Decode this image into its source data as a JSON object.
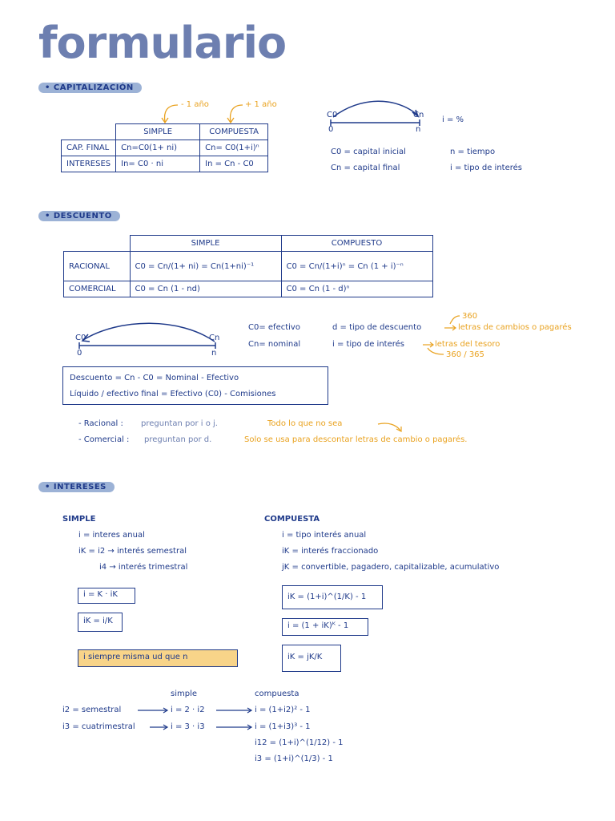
{
  "title": "formulario",
  "capitalizacion": {
    "header": "• CAPITALIZACIÓN",
    "note_simple": "- 1 año",
    "note_compuesta": "+ 1 año",
    "col_simple": "SIMPLE",
    "col_compuesta": "COMPUESTA",
    "row1_label": "CAP. FINAL",
    "row1_simple": "Cn=C0(1+ ni)",
    "row1_compuesta": "Cn= C0(1+i)ⁿ",
    "row2_label": "INTERESES",
    "row2_simple": "In= C0 · ni",
    "row2_compuesta": "In = Cn - C0",
    "diag_c0": "C0",
    "diag_cn": "Cn",
    "diag_0": "0",
    "diag_n": "n",
    "i_pct": "i = %",
    "def_c0": "C0 = capital inicial",
    "def_cn": "Cn = capital final",
    "def_n": "n = tiempo",
    "def_i": "i = tipo de interés"
  },
  "descuento": {
    "header": "• DESCUENTO",
    "col_simple": "SIMPLE",
    "col_compuesto": "COMPUESTO",
    "row1_label": "RACIONAL",
    "row1_simple": "C0 = Cn/(1+ ni) = Cn(1+ni)⁻¹",
    "row1_compuesto": "C0 = Cn/(1+i)ⁿ = Cn (1 + i)⁻ⁿ",
    "row2_label": "COMERCIAL",
    "row2_simple": "C0 = Cn (1 - nd)",
    "row2_compuesto": "C0 = Cn (1 - d)ⁿ",
    "diag_c0": "C0",
    "diag_cn": "Cn",
    "diag_0": "0",
    "diag_n": "n",
    "def_c0": "C0= efectivo",
    "def_cn": "Cn= nominal",
    "def_d": "d = tipo de descuento",
    "def_i": "i = tipo de interés",
    "note_360": "360",
    "note_letras": "letras de cambios o pagarés",
    "note_tesoro": "letras del tesoro",
    "note_360365": "360 / 365",
    "box_line1": "Descuento = Cn - C0 = Nominal - Efectivo",
    "box_line2": "Líquido / efectivo final = Efectivo (C0) - Comisiones",
    "racional_label": "- Racional :",
    "racional_text": "preguntan por i o j.",
    "racional_note": "Todo lo que no sea",
    "comercial_label": "- Comercial :",
    "comercial_text": "preguntan por d.",
    "comercial_note": "Solo se usa para descontar letras de cambio o pagarés."
  },
  "intereses": {
    "header": "• INTERESES",
    "simple_title": "SIMPLE",
    "simple_l1": "i = interes anual",
    "simple_l2": "iK = i2 → interés semestral",
    "simple_l3": "i4 → interés trimestral",
    "simple_box1": "i = K · iK",
    "simple_box2": "iK = i/K",
    "simple_yellow": "i siempre misma ud que n",
    "comp_title": "COMPUESTA",
    "comp_l1": "i = tipo interés anual",
    "comp_l2": "iK = interés fraccionado",
    "comp_l3": "jK = convertible, pagadero, capitalizable, acumulativo",
    "comp_box1": "iK = (1+i)^(1/K) - 1",
    "comp_box2": "i = (1 + iK)ᴷ - 1",
    "comp_box3": "iK = jK/K",
    "table_simple": "simple",
    "table_compuesta": "compuesta",
    "row1_label": "i2 = semestral",
    "row1_simple": "i = 2 · i2",
    "row1_comp": "i = (1+i2)² - 1",
    "row2_label": "i3 = cuatrimestral",
    "row2_simple": "i = 3 · i3",
    "row2_comp": "i = (1+i3)³ - 1",
    "row3_comp": "i12 = (1+i)^(1/12) - 1",
    "row4_comp": "i3 = (1+i)^(1/3) - 1"
  }
}
